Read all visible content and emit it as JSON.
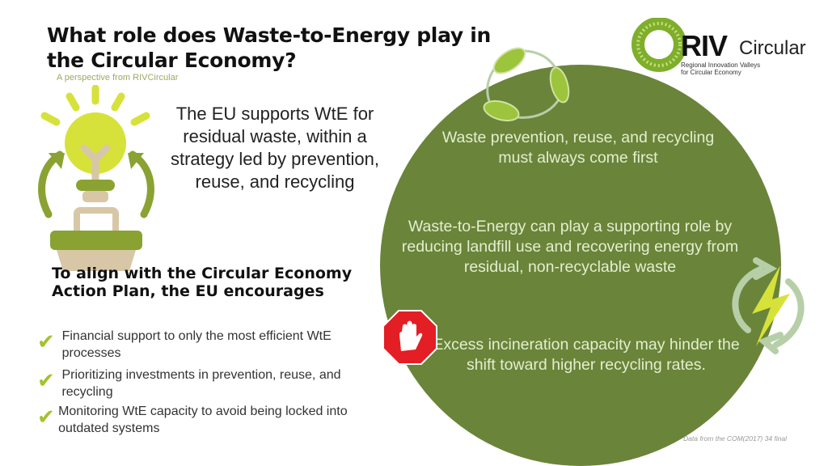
{
  "header": {
    "title": "What role does Waste-to-Energy play in the Circular Economy?",
    "subtitle": "A perspective from RIVCircular"
  },
  "logo": {
    "name": "RIVCircular",
    "bold": "RIV",
    "light": "Circular",
    "tagline_1": "Regional Innovation Valleys",
    "tagline_2": "for Circular Economy"
  },
  "intro": "The EU supports WtE for residual waste, within a strategy led by prevention, reuse, and recycling",
  "align": {
    "heading": "To align with the Circular Economy Action Plan, the EU encourages",
    "items": [
      {
        "text": "Financial support to only the most efficient WtE processes"
      },
      {
        "text": "Prioritizing investments in prevention, reuse, and recycling"
      },
      {
        "text": "Monitoring WtE capacity to avoid being locked into outdated systems"
      }
    ]
  },
  "circle": {
    "point_1": "Waste prevention, reuse, and recycling must always come first",
    "point_2": "Waste-to-Energy can play a supporting role by reducing landfill use and recovering energy from residual, non-recyclable waste",
    "point_3": "Excess incineration capacity may hinder the shift toward higher recycling rates."
  },
  "footnote": "Data from the COM(2017) 34 final",
  "colors": {
    "circle": "#6a843a",
    "accent": "#a4c22e",
    "bulb": "#d6e23a",
    "stop": "#e31e24"
  }
}
